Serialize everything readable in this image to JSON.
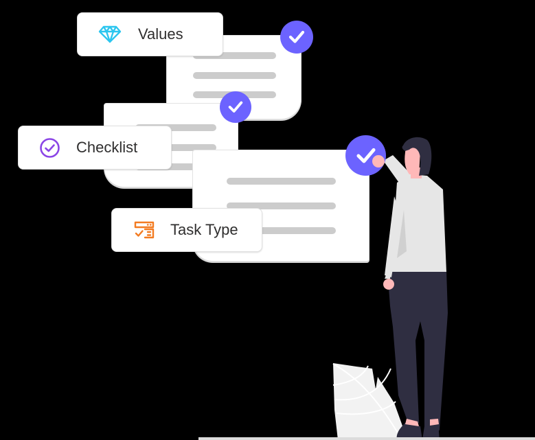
{
  "chips": [
    {
      "label": "Values",
      "icon": "diamond-icon",
      "icon_color": "#2cc6ef"
    },
    {
      "label": "Checklist",
      "icon": "check-circle-icon",
      "icon_color": "#8b45e6"
    },
    {
      "label": "Task Type",
      "icon": "task-list-icon",
      "icon_color": "#f37b21"
    }
  ],
  "colors": {
    "check_badge": "#6c63ff",
    "doc_line": "#cccccc",
    "person_dark": "#2f2e41",
    "shirt": "#e6e6e6",
    "skin": "#ffb8b8",
    "plant": "#f2f2f2",
    "background": "#000000"
  }
}
